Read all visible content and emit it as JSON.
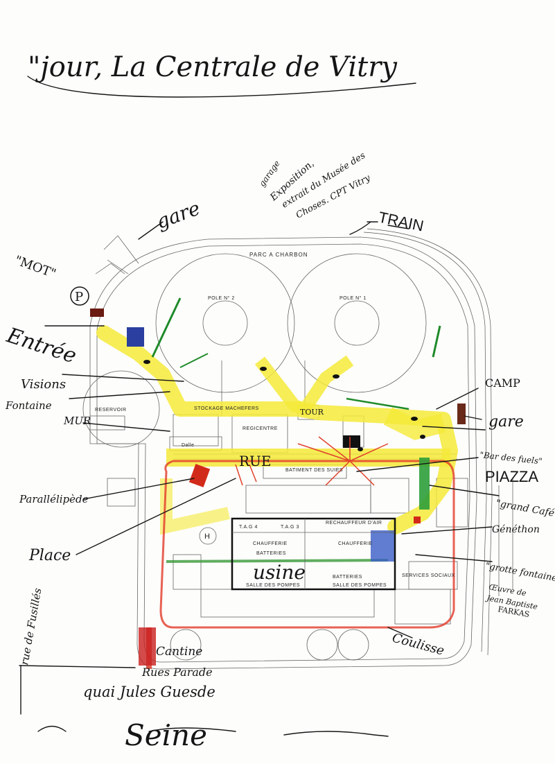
{
  "title": "\"jour, La Centrale de Vitry",
  "river": "Seine",
  "notes": {
    "garage": "garage",
    "expo": "Exposition,",
    "extract": "extrait du Musée des",
    "choses": "Choses. CPT Vitry",
    "train": "TRAIN",
    "gare_top": "gare",
    "mot": "\"MOT\"",
    "parking_p": "P",
    "entree": "Entrée",
    "visions": "Visions",
    "fontaine": "Fontaine",
    "mur": "MUR",
    "camp": "CAMP",
    "gare_right": "gare",
    "bar": "\"Bar des fuels\"",
    "piazza": "PIAZZA",
    "grand_cafe": "\"grand Café\"",
    "genethon": "Généthon",
    "parallelepipede": "Parallélipède",
    "place": "Place",
    "grotte": "\"grotte fontaine\"",
    "oeuvre": "Œuvre de",
    "jean": "Jean Baptiste",
    "farkas": "FARKAS",
    "usine": "usine",
    "rue": "RUE",
    "tour": "TOUR",
    "cantine": "Cantine",
    "parade": "Rues Parade",
    "quai": "quai Jules Guesde",
    "rue_fusilles": "rue de Fusillés",
    "coulisse": "Coulisse"
  },
  "plan_labels": {
    "parc": "PARC    A    CHARBON",
    "pole2": "POLE N° 2",
    "pole1": "POLE N° 1",
    "stockage": "STOCKAGE  MACHEFERS",
    "reservoir": "RESERVOIR",
    "dalle": "Dalle",
    "regicentre": "REGICENTRE",
    "batiment": "BATIMENT  DES  SUIES",
    "tag4": "T.A.G  4",
    "tag3": "T.A.G  3",
    "rechauffeur": "RECHAUFFEUR D'AIR",
    "chaufferie1": "CHAUFFERIE",
    "chaufferie2": "CHAUFFERIE",
    "batteries1": "BATTERIES",
    "batteries2": "BATTERIES",
    "salle1": "SALLE DES POMPES",
    "salle2": "SALLE DES POMPES",
    "services": "SERVICES SOCIAUX",
    "heliport": "H"
  }
}
